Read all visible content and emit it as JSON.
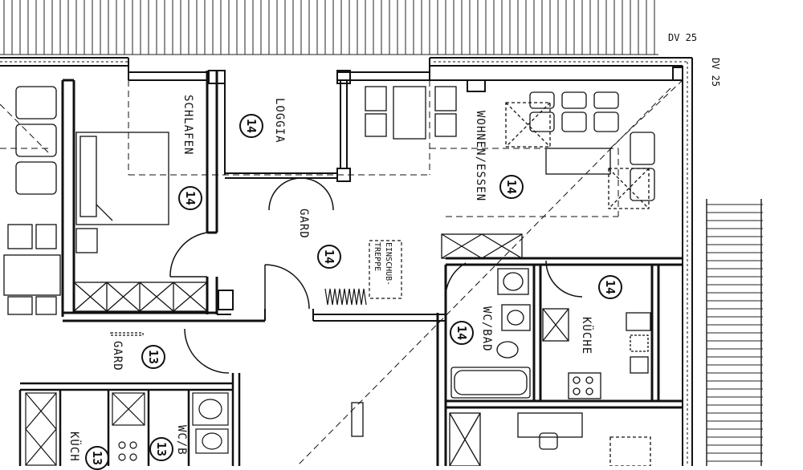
{
  "rooms": {
    "schlafen": {
      "name": "SCHLAFEN",
      "unit": "14"
    },
    "loggia": {
      "name": "LOGGIA",
      "unit": "14"
    },
    "wohnen": {
      "name": "WOHNEN/ESSEN",
      "unit": "14"
    },
    "gard_upper": {
      "name": "GARD",
      "unit": "14"
    },
    "einschub": {
      "name": "EINSCHUB-",
      "name2": "TREPPE"
    },
    "wc_bad": {
      "name": "WC/BAD",
      "unit": "14"
    },
    "kueche": {
      "name": "KÜCHE",
      "unit": "14"
    },
    "gard_lower": {
      "name": "GARD",
      "unit": "13"
    },
    "wc_lower": {
      "name": "WC/B",
      "unit": "13"
    },
    "kueche_lower": {
      "name": "KÜCH",
      "unit": "13"
    }
  },
  "dimensions": {
    "dv_top": "DV 25",
    "dv_side": "DV 25"
  }
}
